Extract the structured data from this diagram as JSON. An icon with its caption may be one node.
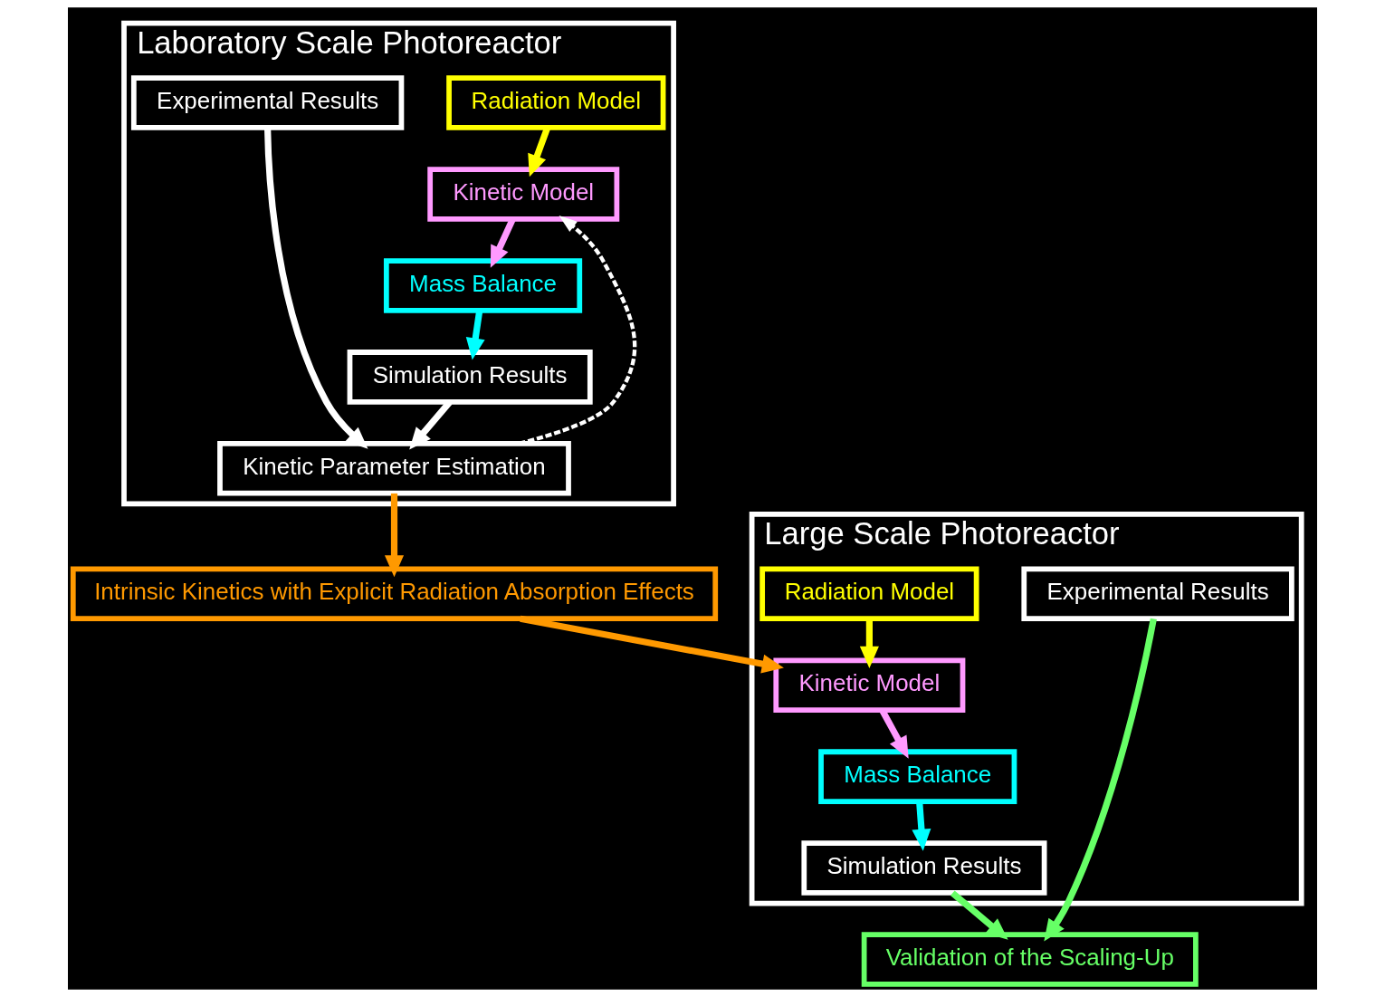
{
  "diagram": {
    "nodes": [
      {
        "text": [
          "Laboratory Scale Photoreactor"
        ]
      },
      {
        "text": [
          "Radiation Model"
        ],
        "in": 0
      },
      {
        "text": [
          "Experimental Results"
        ],
        "in": 0
      },
      {
        "text": [
          "Kinetic Model"
        ],
        "in": 0
      },
      {
        "text": [
          "Mass Balance"
        ],
        "in": 0
      },
      {
        "text": [
          "Simulation Results"
        ],
        "in": 0
      },
      {
        "text": [
          "Kinetic Parameter Estimation"
        ],
        "in": 0
      },
      {
        "text": [
          "Intrinsic Kinetics with Explicit Radiation Absorption Effects"
        ]
      },
      {
        "text": [
          "Large Scale Photoreactor"
        ]
      },
      {
        "text": [
          "Radiation Model"
        ],
        "in": 8
      },
      {
        "text": [
          "Experimental Results"
        ],
        "in": 8
      },
      {
        "text": [
          "Kinetic Model"
        ],
        "in": 8
      },
      {
        "text": [
          "Mass Balance"
        ],
        "in": 8
      },
      {
        "text": [
          "Simulation Results"
        ],
        "in": 8
      },
      {
        "text": [
          "Validation of the Scaling-Up"
        ]
      }
    ],
    "edges": [
      {
        "from": 1,
        "to": 3,
        "arrow": "to",
        "color": "#ffff00"
      },
      {
        "from": 3,
        "to": 4,
        "arrow": "to",
        "color": "#ff99ff"
      },
      {
        "from": 4,
        "to": 5,
        "arrow": "to",
        "color": "#00ffff"
      },
      {
        "from": 5,
        "to": 6,
        "arrow": "to",
        "color": "#ffffff"
      },
      {
        "from": 2,
        "to": 6,
        "arrow": "to",
        "color": "#ffffff"
      },
      {
        "from": 6,
        "to": 3,
        "arrow": "to",
        "style": "dashed",
        "color": "#ffffff"
      },
      {
        "from": 6,
        "to": 7,
        "arrow": "to",
        "color": "#ff9900"
      },
      {
        "from": 7,
        "to": 11,
        "arrow": "to",
        "color": "#ff9900"
      },
      {
        "from": 9,
        "to": 11,
        "arrow": "to",
        "color": "#ffff00"
      },
      {
        "from": 11,
        "to": 12,
        "arrow": "to",
        "color": "#ff99ff"
      },
      {
        "from": 12,
        "to": 13,
        "arrow": "to",
        "color": "#00ffff"
      },
      {
        "from": 13,
        "to": 14,
        "arrow": "to",
        "color": "#66ff66"
      },
      {
        "from": 10,
        "to": 14,
        "arrow": "to",
        "color": "#66ff66"
      }
    ]
  }
}
